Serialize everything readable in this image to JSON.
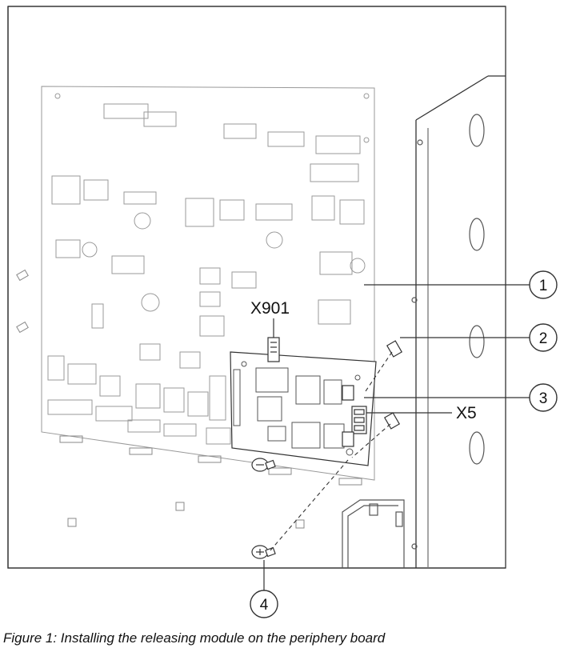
{
  "figure": {
    "caption": "Figure 1: Installing the releasing module on the periphery board",
    "connector_labels": {
      "x901": "X901",
      "x5": "X5"
    },
    "callouts": [
      {
        "id": "1",
        "text": "1"
      },
      {
        "id": "2",
        "text": "2"
      },
      {
        "id": "3",
        "text": "3"
      },
      {
        "id": "4",
        "text": "4"
      }
    ]
  },
  "colors": {
    "outline": "#333333",
    "board_detail": "#9a9a9a",
    "background": "#ffffff"
  }
}
